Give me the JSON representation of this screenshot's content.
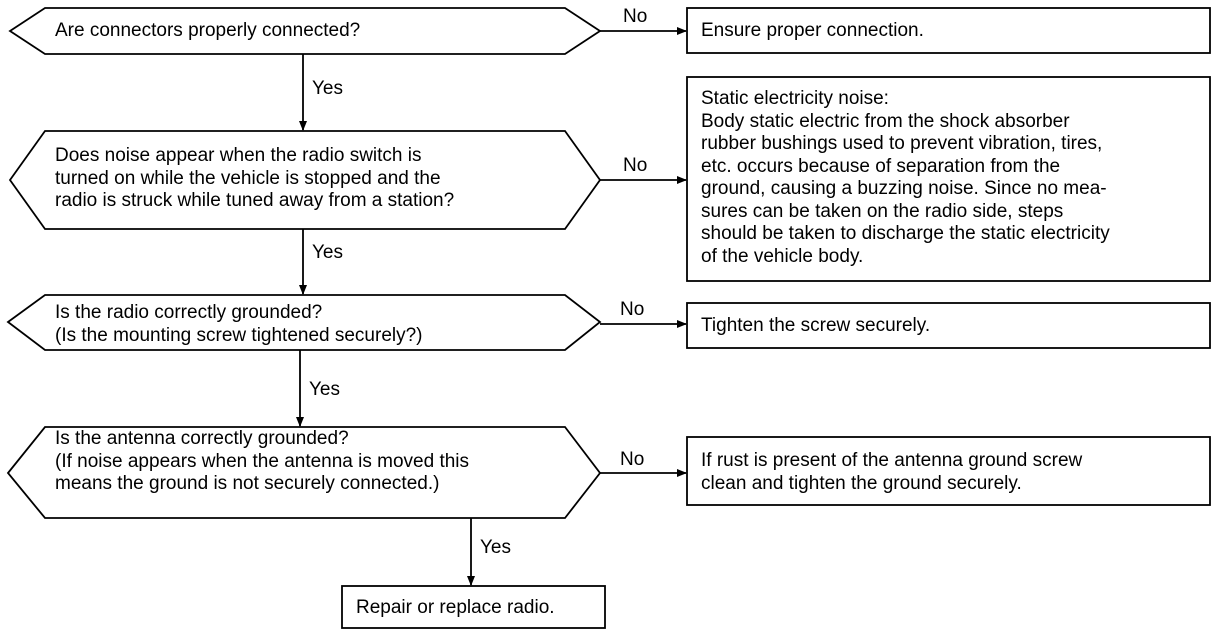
{
  "decisions": [
    {
      "text": "Are connectors properly connected?"
    },
    {
      "text": "Does noise appear when the radio switch is\nturned on while the vehicle is stopped and the\nradio is struck while tuned away from a station?"
    },
    {
      "text": "Is the radio correctly grounded?\n(Is the mounting screw tightened securely?)"
    },
    {
      "text": "Is the antenna correctly grounded?\n(If noise appears when the antenna is moved this\nmeans the ground is not securely connected.)"
    }
  ],
  "actions": [
    {
      "text": "Ensure proper connection."
    },
    {
      "text": "Static electricity noise:\nBody static electric from the shock absorber\nrubber bushings used to prevent vibration, tires,\netc. occurs because of separation from the\nground, causing a buzzing noise. Since no mea-\nsures can be taken on the radio side, steps\nshould be taken to discharge the static electricity\nof the vehicle body."
    },
    {
      "text": "Tighten the screw securely."
    },
    {
      "text": "If rust is present of the antenna ground screw\nclean and tighten the ground securely."
    }
  ],
  "terminal": {
    "text": "Repair or replace radio."
  },
  "labels": {
    "yes": "Yes",
    "no": "No"
  }
}
